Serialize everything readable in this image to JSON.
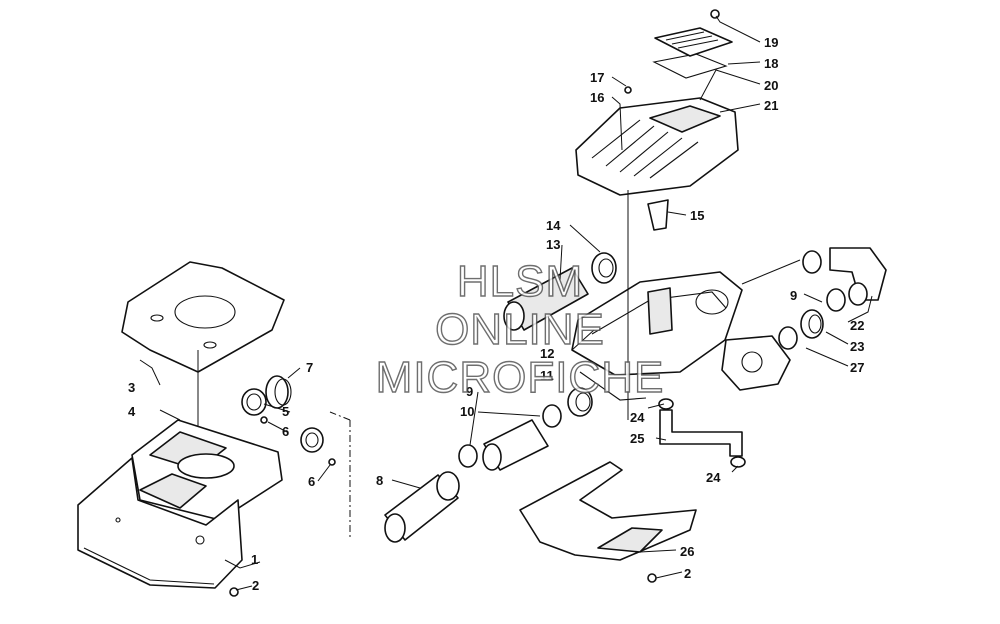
{
  "watermark": {
    "line1": "HLSM",
    "line2": "ONLINE",
    "line3": "MICROFICHE"
  },
  "callouts": {
    "c1": "1",
    "c2a": "2",
    "c2b": "2",
    "c3": "3",
    "c4": "4",
    "c5": "5",
    "c6a": "6",
    "c6b": "6",
    "c7": "7",
    "c8": "8",
    "c9a": "9",
    "c9b": "9",
    "c10": "10",
    "c11": "11",
    "c12": "12",
    "c13": "13",
    "c14": "14",
    "c15": "15",
    "c16": "16",
    "c17": "17",
    "c18": "18",
    "c19": "19",
    "c20": "20",
    "c21": "21",
    "c22": "22",
    "c23": "23",
    "c24a": "24",
    "c24b": "24",
    "c25": "25",
    "c26": "26",
    "c27": "27"
  }
}
